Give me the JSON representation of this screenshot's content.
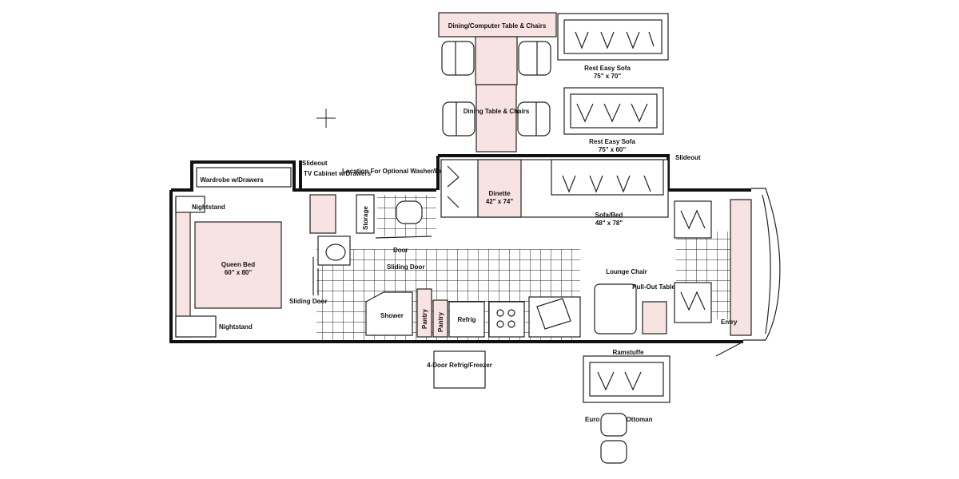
{
  "labels": {
    "dining_computer_table": "Dining/Computer Table & Chairs",
    "rest_easy_sofa_1": "Rest Easy Sofa",
    "rest_easy_sofa_1_size": "75\" x 70\"",
    "dining_table_chairs": "Dining Table & Chairs",
    "rest_easy_sofa_2": "Rest Easy Sofa",
    "rest_easy_sofa_2_size": "75\" x 60\"",
    "slideout_right": "Slideout",
    "slideout_left": "Slideout",
    "wardrobe": "Wardrobe w/Drawers",
    "tv_cabinet": "TV Cabinet w/Drawers",
    "washer_dryer": "Location For Optional Washer/Dryer",
    "storage": "Storage",
    "dinette": "Dinette",
    "dinette_size": "42\" x 74\"",
    "sofa_bed": "Sofa/Bed",
    "sofa_bed_size": "48\" x 78\"",
    "nightstand_top": "Nightstand",
    "nightstand_bottom": "Nightstand",
    "queen_bed": "Queen Bed",
    "queen_bed_size": "60\" x 80\"",
    "door": "Door",
    "sliding_door_bath": "Sliding Door",
    "sliding_door_bed": "Sliding Door",
    "lounge_chair": "Lounge Chair",
    "pull_out_table": "Pull-Out Table",
    "shower": "Shower",
    "pantry_1": "Pantry",
    "pantry_2": "Pantry",
    "refrig": "Refrig",
    "entry": "Entry",
    "four_door_refrig": "4-Door Refrig/Freezer",
    "ramstuffe": "Ramstuffe",
    "euro_chair": "Euro Chair w/Ottoman"
  }
}
